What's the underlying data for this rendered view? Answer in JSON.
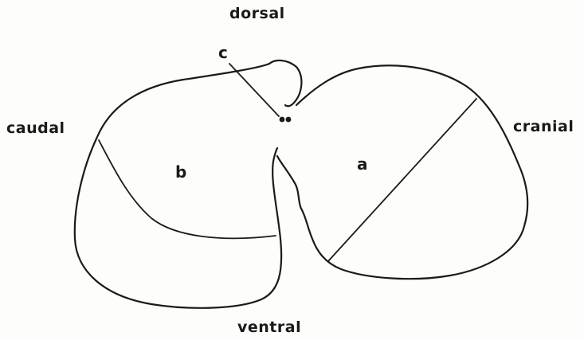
{
  "labels": {
    "dorsal": "dorsal",
    "ventral": "ventral",
    "caudal": "caudal",
    "cranial": "cranial",
    "region_a": "a",
    "region_b": "b",
    "pointer_c": "c"
  },
  "colors": {
    "ink": "#1a1a1a",
    "paper": "#fdfdfb"
  }
}
